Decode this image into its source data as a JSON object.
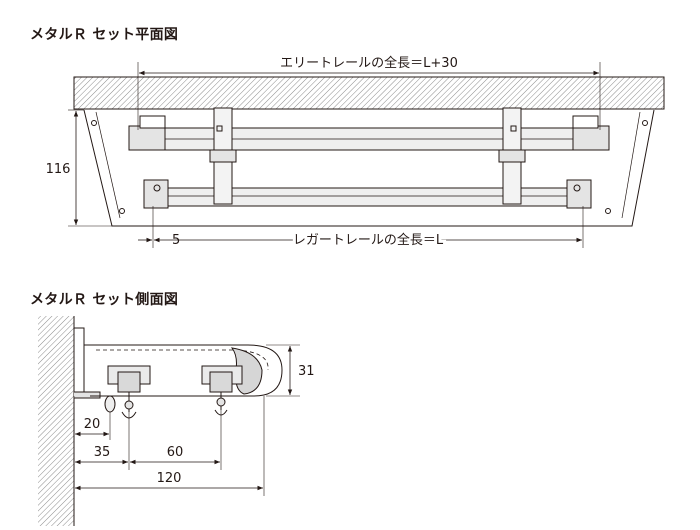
{
  "headings": {
    "plan": "メタルＲ セット平面図",
    "side": "メタルＲ セット側面図"
  },
  "plan_view": {
    "top_dimension": "エリートレールの全長＝L+30",
    "bottom_dimension": "レガートレールの全長＝L",
    "height_dimension": "116",
    "offset_dimension": "5"
  },
  "side_view": {
    "height_dimension": "31",
    "dim_20": "20",
    "dim_35": "35",
    "dim_60": "60",
    "dim_120": "120"
  },
  "colors": {
    "line": "#231815",
    "hatch": "#9a9a9a",
    "fill_light": "#e4e4e4"
  }
}
